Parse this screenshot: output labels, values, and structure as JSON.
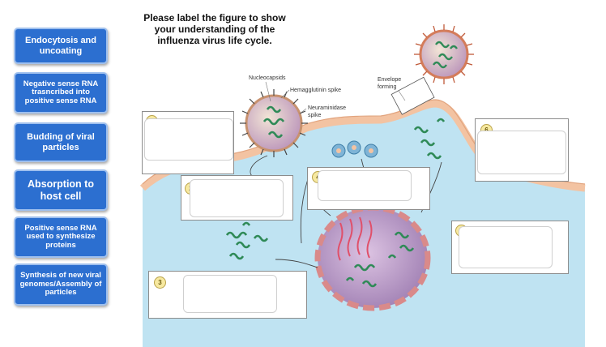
{
  "instructions": "Please label the figure to show\nyour understanding of the\ninfluenza virus life cycle.",
  "label_tiles": [
    {
      "text": "Endocytosis and uncoating"
    },
    {
      "text": "Negative sense RNA trasncribed into positive sense RNA"
    },
    {
      "text": "Budding of viral particles"
    },
    {
      "text": "Absorption to host cell"
    },
    {
      "text": "Positive sense RNA used to synthesize proteins"
    },
    {
      "text": "Synthesis of new viral genomes/Assembly of particles"
    }
  ],
  "figure_labels": {
    "nucleocapsids": "Nucleocapsids",
    "hemagglutinin": "Hemagglutinin spike",
    "neuraminidase_1": "Neuraminidase",
    "neuraminidase_2": "spike",
    "envelope_1": "Envelope",
    "envelope_2": "forming"
  },
  "drop_zones": [
    {
      "number": "1"
    },
    {
      "number": "2"
    },
    {
      "number": "3"
    },
    {
      "number": "4"
    },
    {
      "number": "5"
    },
    {
      "number": "6"
    }
  ],
  "colors": {
    "tile_blue": "#2c6fd0",
    "cytoplasm_blue": "#bfe3f2",
    "membrane_tan": "#f3c3a2",
    "nucleus_purple": "#c7a6cf",
    "nucleocapsid_green": "#2f8a57"
  }
}
